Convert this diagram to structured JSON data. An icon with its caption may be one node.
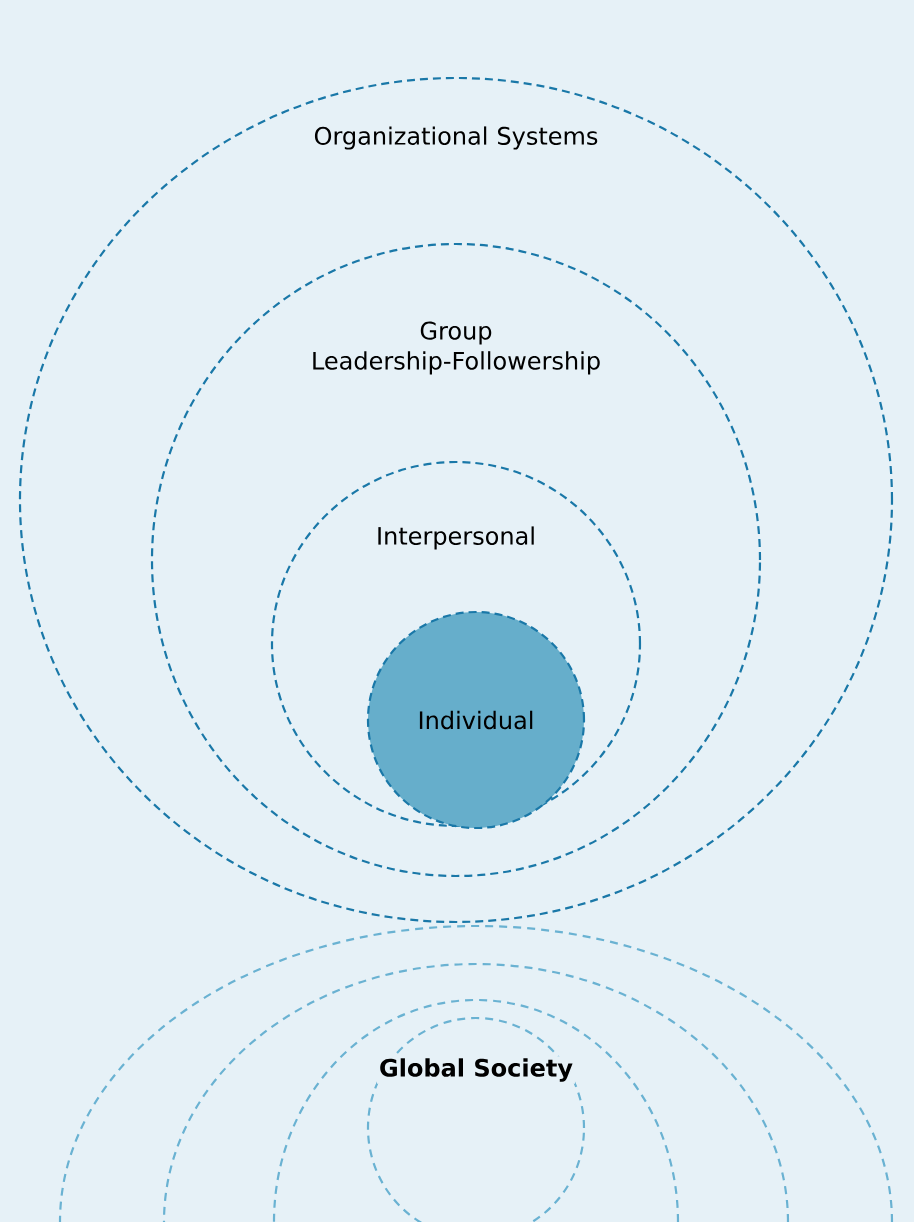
{
  "diagram": {
    "nodes": [
      {
        "text": [
          "Organizational Systems"
        ]
      },
      {
        "text": [
          "Group Leadership-Followership"
        ],
        "in": 0
      },
      {
        "text": [
          "Interpersonal"
        ],
        "in": 1
      },
      {
        "text": [
          "Individual"
        ],
        "in": 2
      },
      {
        "text": [
          "**Global Society**"
        ]
      }
    ]
  }
}
